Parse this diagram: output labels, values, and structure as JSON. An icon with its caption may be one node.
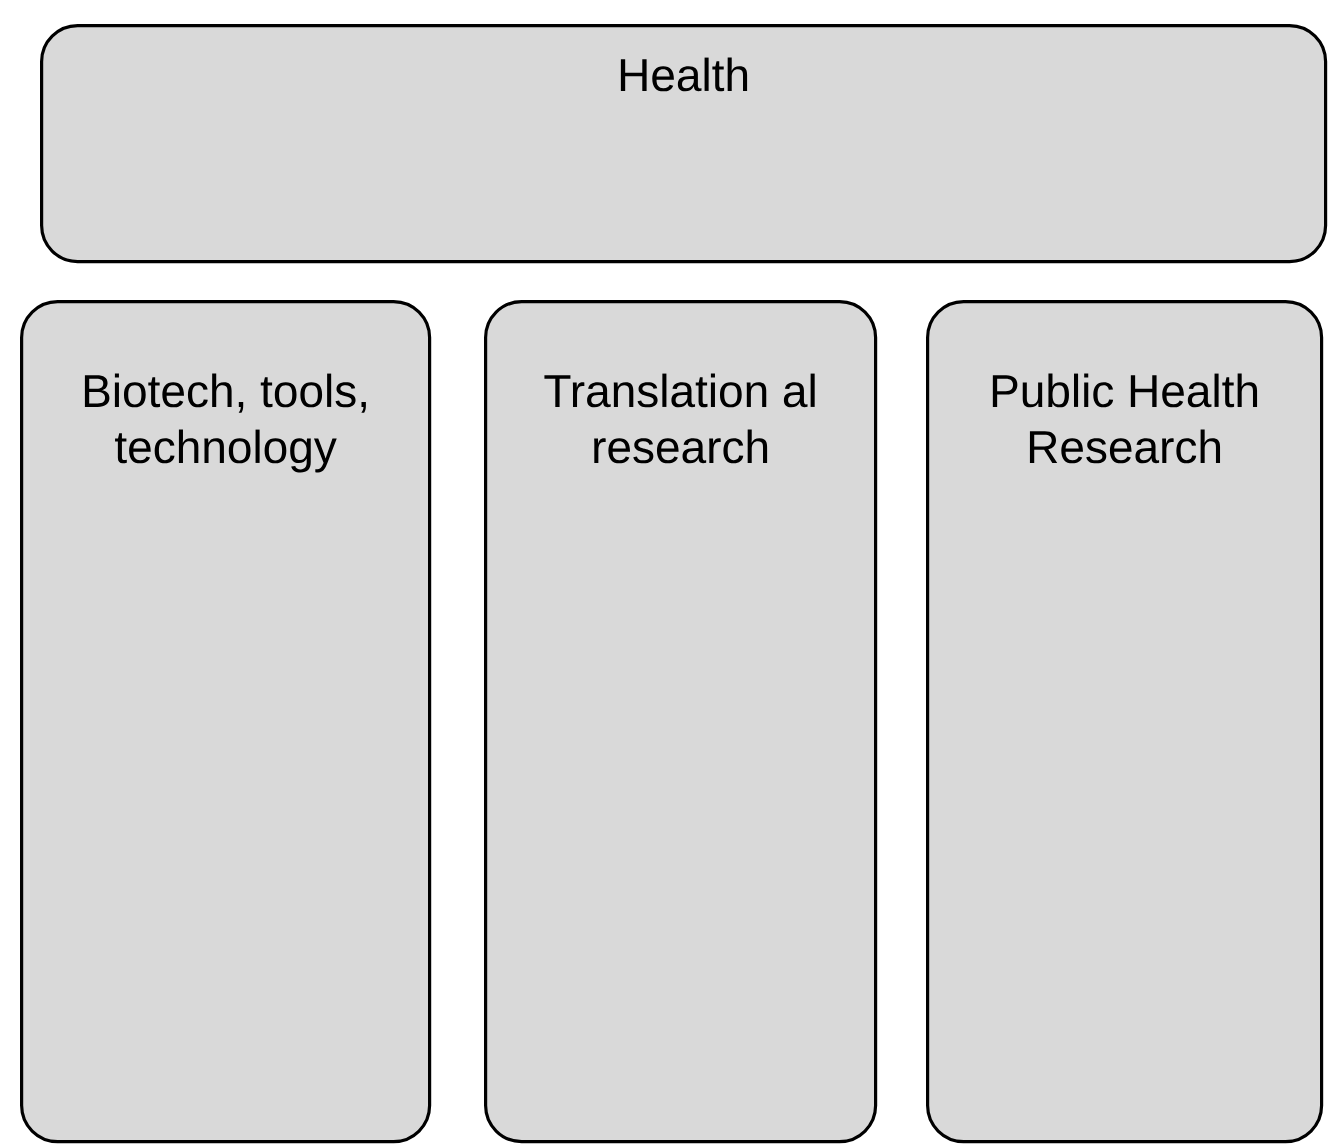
{
  "diagram": {
    "nodes": [
      {
        "text": [
          "Health"
        ]
      },
      {
        "text": [
          "Biotech, tools, technology"
        ]
      },
      {
        "text": [
          "Translation al research"
        ]
      },
      {
        "text": [
          "Public Health Research"
        ]
      }
    ]
  }
}
